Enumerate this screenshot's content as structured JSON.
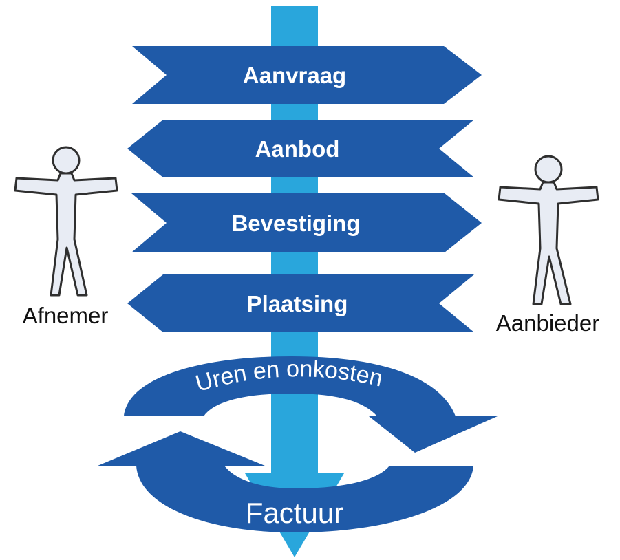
{
  "steps": [
    {
      "label": "Aanvraag",
      "direction": "right"
    },
    {
      "label": "Aanbod",
      "direction": "left"
    },
    {
      "label": "Bevestiging",
      "direction": "right"
    },
    {
      "label": "Plaatsing",
      "direction": "left"
    }
  ],
  "cycle": {
    "top_label": "Uren en onkosten",
    "bottom_label": "Factuur"
  },
  "actors": {
    "left": "Afnemer",
    "right": "Aanbieder"
  },
  "colors": {
    "arrow_fill": "#1f5aa8",
    "shaft_fill": "#29a6dc",
    "label_text": "#ffffff",
    "figure_fill": "#e8ecf4",
    "figure_stroke": "#2f2f2f"
  }
}
